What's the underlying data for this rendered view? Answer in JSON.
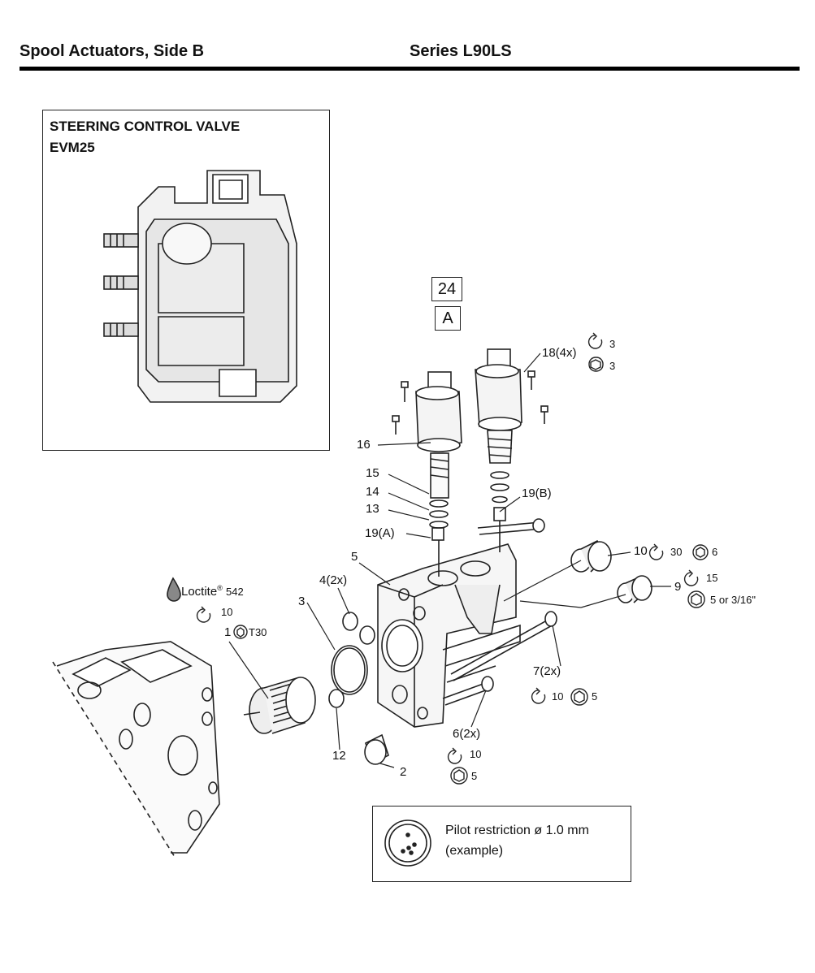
{
  "header": {
    "left_title": "Spool Actuators, Side B",
    "right_title": "Series L90LS"
  },
  "inset": {
    "title_line1": "STEERING CONTROL VALVE",
    "title_line2": "EVM25"
  },
  "callouts": {
    "ref_box": "24",
    "ref_letter": "A",
    "item_18": "18(4x)",
    "item_18_torque": "3",
    "item_18_tool": "3",
    "item_16": "16",
    "item_15": "15",
    "item_14": "14",
    "item_13": "13",
    "item_19a": "19(A)",
    "item_19b": "19(B)",
    "item_10": "10",
    "item_10_torque": "30",
    "item_10_tool": "6",
    "item_9": "9",
    "item_9_torque": "15",
    "item_9_tool": "5 or 3/16\"",
    "item_5": "5",
    "item_4": "4(2x)",
    "item_3": "3",
    "loctite": "Loctite",
    "loctite_reg": "®",
    "loctite_num": "542",
    "item_1_torque": "10",
    "item_1": "1",
    "item_1_tool": "T30",
    "item_7": "7(2x)",
    "item_7_torque": "10",
    "item_7_tool": "5",
    "item_6": "6(2x)",
    "item_6_torque": "10",
    "item_6_tool": "5",
    "item_12": "12",
    "item_2": "2"
  },
  "note": {
    "line1": "Pilot restriction ø 1.0 mm",
    "line2": "(example)"
  }
}
